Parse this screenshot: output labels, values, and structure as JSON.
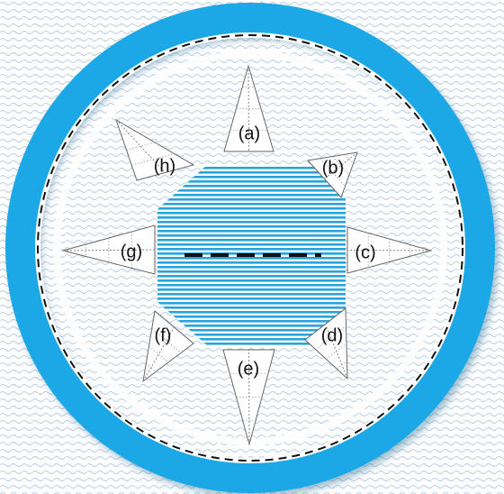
{
  "diagram": {
    "labels": [
      "(a)",
      "(b)",
      "(c)",
      "(d)",
      "(e)",
      "(f)",
      "(g)",
      "(h)"
    ],
    "colors": {
      "ring": "#1ba8e6",
      "ring_shadow": "#0b6fa3",
      "octagon_stripe": "#29a3da",
      "wave_pattern": "#b8d0e8",
      "triangle_fill": "#ffffff",
      "dashed_line": "#111111"
    }
  }
}
